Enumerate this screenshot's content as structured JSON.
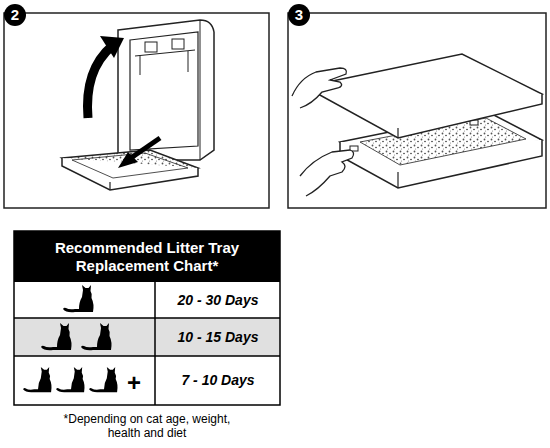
{
  "diagram": {
    "title": "Recommended Litter Tray Replacement Chart*",
    "caption": "*Depending on cat age, weight, health and diet",
    "labels": [
      "2",
      "3",
      "20 - 30 Days",
      "10 - 15 Days",
      "7 - 10 Days",
      "+"
    ]
  }
}
